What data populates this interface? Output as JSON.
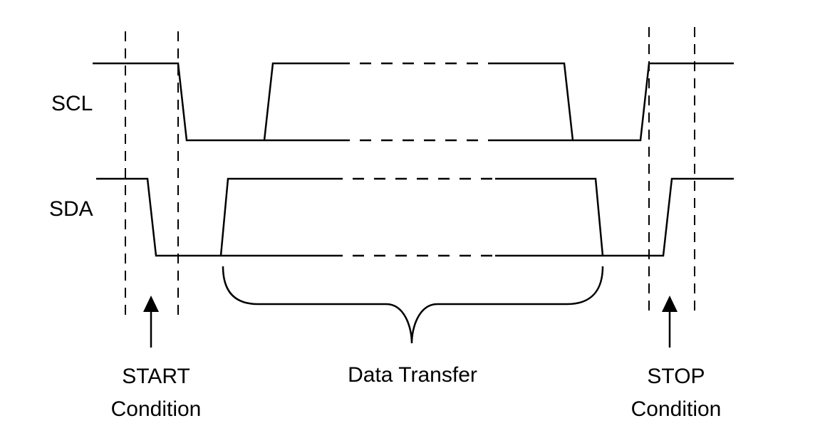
{
  "signals": {
    "scl_label": "SCL",
    "sda_label": "SDA"
  },
  "annotations": {
    "start_line1": "START",
    "start_line2": "Condition",
    "data_transfer": "Data Transfer",
    "stop_line1": "STOP",
    "stop_line2": "Condition"
  },
  "colors": {
    "stroke": "#000000",
    "background": "#ffffff"
  }
}
